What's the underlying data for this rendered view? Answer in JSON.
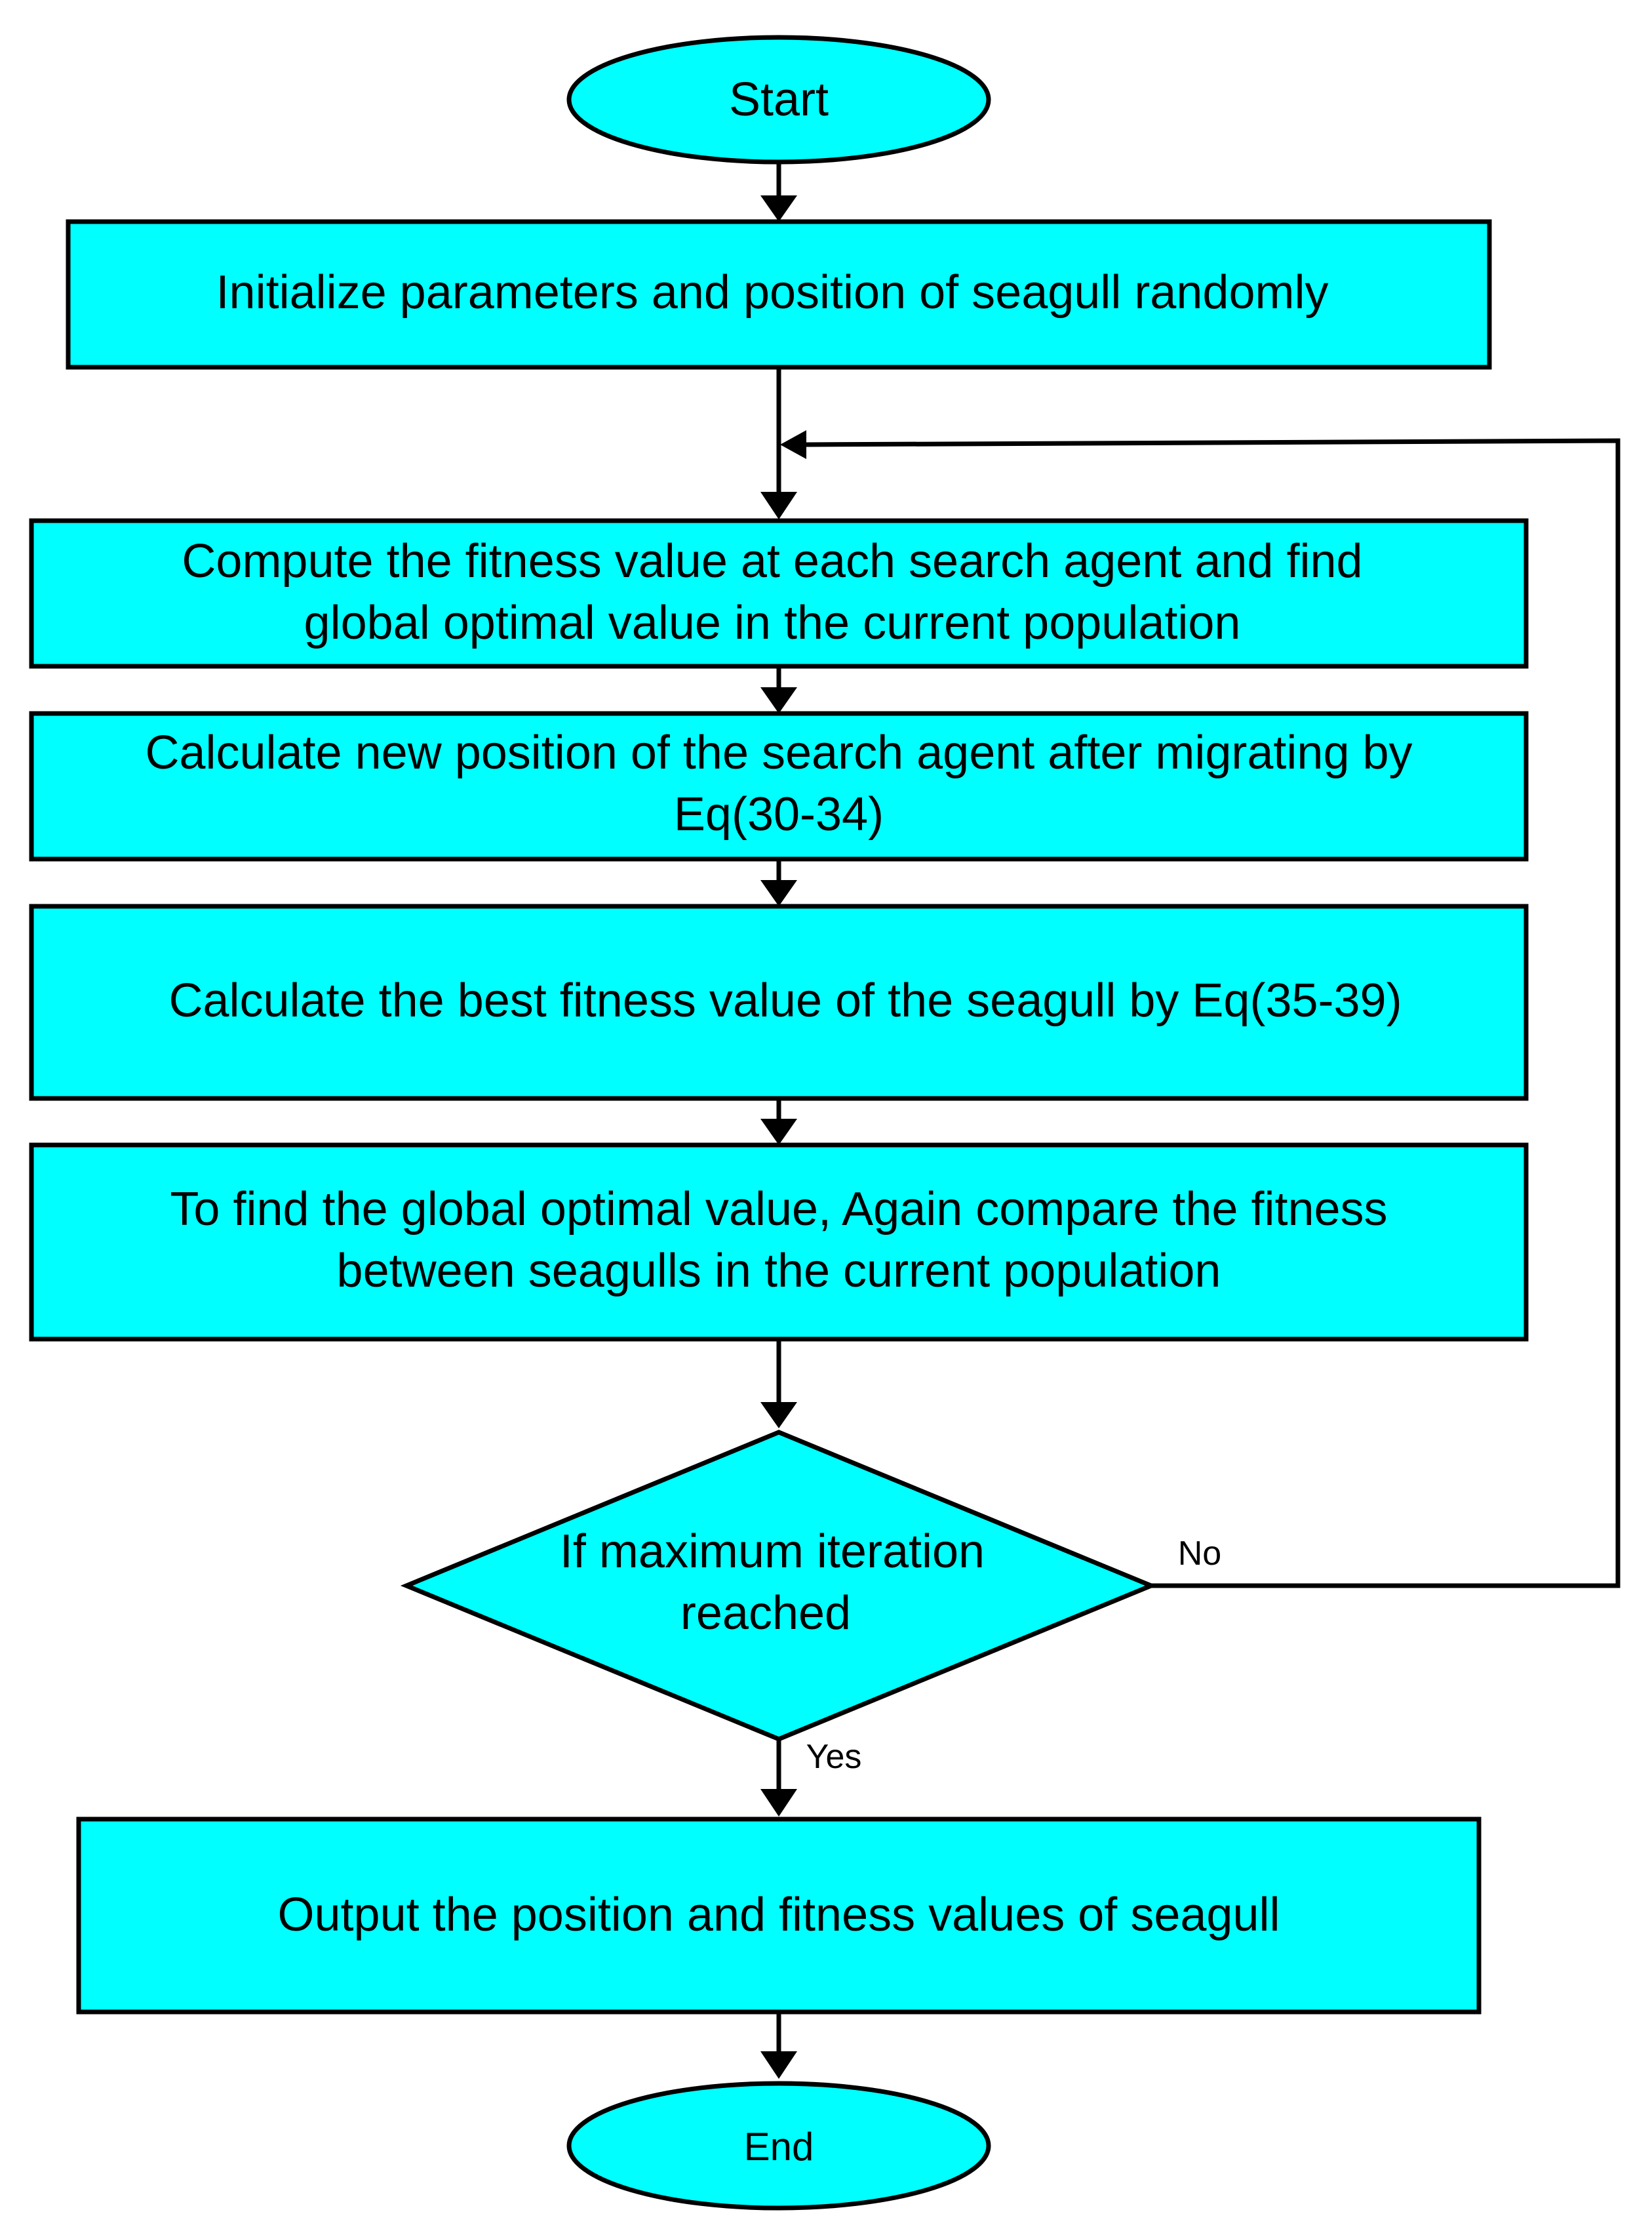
{
  "colors": {
    "node_fill": "#00FFFF",
    "line": "#000000",
    "background": "#FFFFFF"
  },
  "nodes": {
    "start": {
      "label": "Start"
    },
    "initialize": {
      "label": "Initialize parameters and position of seagull randomly"
    },
    "compute_fitness": {
      "line1": "Compute the fitness value at each search agent and find",
      "line2": "global optimal value in the current population"
    },
    "calc_position": {
      "line1": "Calculate new position of the search agent after migrating by",
      "line2": "Eq(30-34)"
    },
    "calc_best": {
      "label": "Calculate the best fitness value of the seagull by Eq(35-39)"
    },
    "compare": {
      "line1": "To find the global optimal value, Again compare the fitness",
      "line2": "between seagulls in the current  population"
    },
    "decision": {
      "line1": "If maximum iteration",
      "line2": "reached"
    },
    "output": {
      "label": "Output the position and fitness values of seagull"
    },
    "end": {
      "label": "End"
    }
  },
  "edge_labels": {
    "no": "No",
    "yes": "Yes"
  }
}
